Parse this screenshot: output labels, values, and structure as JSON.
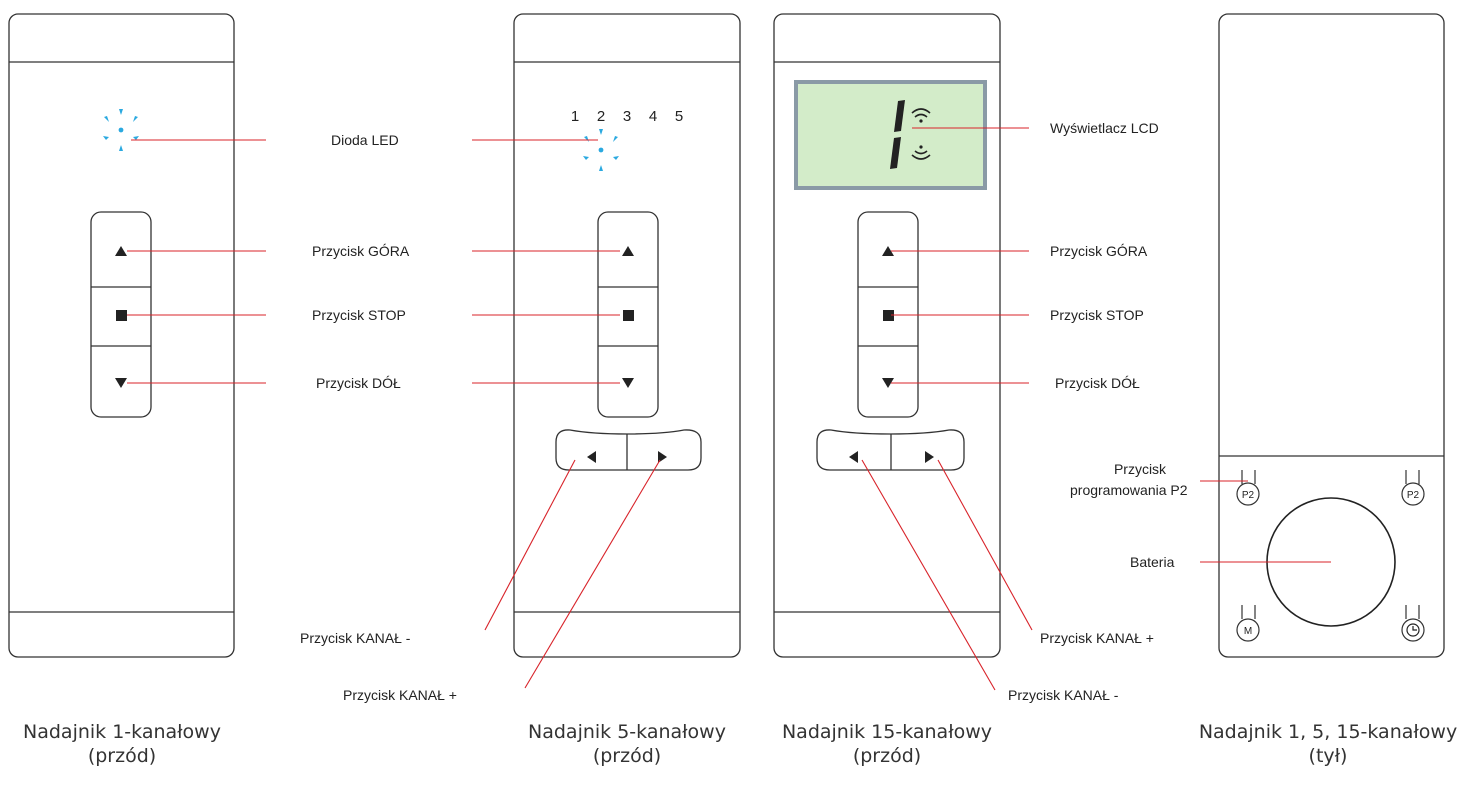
{
  "channel_numbers": [
    "1",
    "2",
    "3",
    "4",
    "5"
  ],
  "lcd_digit": "1",
  "colors": {
    "outline": "#333333",
    "leader_line": "#d8232a",
    "led": "#2aa9e0",
    "lcd_fill": "#d3ecc9",
    "lcd_frame": "#8a9aa6"
  },
  "icons": {
    "up": "triangle-up-icon",
    "stop": "square-stop-icon",
    "down": "triangle-down-icon",
    "left": "triangle-left-icon",
    "right": "triangle-right-icon",
    "signal": "radio-waves-icon",
    "clock": "clock-icon"
  },
  "labels": {
    "led": "Dioda LED",
    "up": "Przycisk GÓRA",
    "stop": "Przycisk STOP",
    "down": "Przycisk DÓŁ",
    "channel_minus": "Przycisk KANAŁ -",
    "channel_plus": "Przycisk KANAŁ +",
    "lcd": "Wyświetlacz LCD",
    "p2_button_line1": "Przycisk",
    "p2_button_line2": "programowania P2",
    "battery": "Bateria"
  },
  "back_buttons": {
    "p2": "P2",
    "m": "M"
  },
  "captions": [
    {
      "line1": "Nadajnik 1-kanałowy",
      "line2": "(przód)"
    },
    {
      "line1": "Nadajnik 5-kanałowy",
      "line2": "(przód)"
    },
    {
      "line1": "Nadajnik 15-kanałowy",
      "line2": "(przód)"
    },
    {
      "line1": "Nadajnik 1, 5, 15-kanałowy",
      "line2": "(tył)"
    }
  ]
}
